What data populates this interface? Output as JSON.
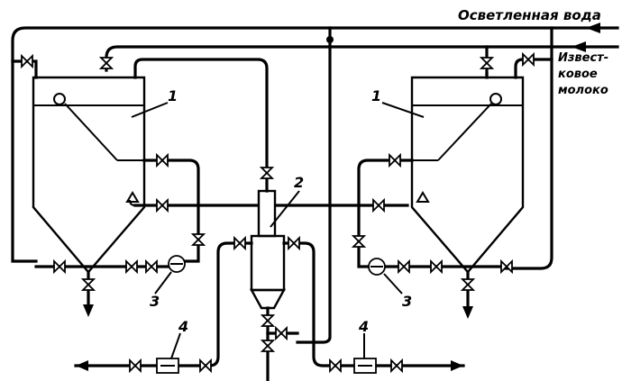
{
  "labels": {
    "clarified_water": "Осветленная вода",
    "lime_milk_line1": "Извест-",
    "lime_milk_line2": "ковое",
    "lime_milk_line3": "молоко"
  },
  "callouts": {
    "tank_left": "1",
    "tank_right": "1",
    "mixer": "2",
    "pump_left": "3",
    "pump_right": "3",
    "meter_left": "4",
    "meter_right": "4"
  }
}
